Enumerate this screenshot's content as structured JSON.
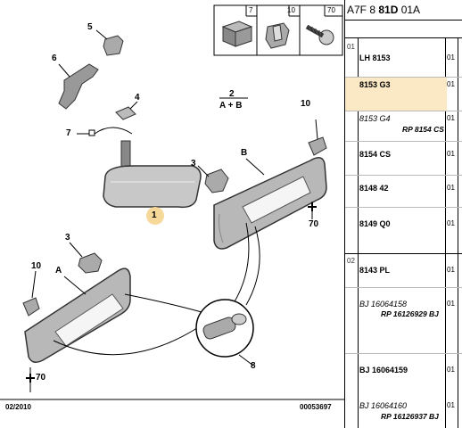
{
  "header": {
    "prefix": "A7F 8 ",
    "bold": "81D",
    "suffix": " 01A"
  },
  "swatches": [
    "7",
    "10",
    "70"
  ],
  "callouts": {
    "c1": "1",
    "c2": "2",
    "c2_sub": "A + B",
    "c3a": "3",
    "c3b": "3",
    "c4": "4",
    "c5": "5",
    "c6": "6",
    "c7": "7",
    "c8": "8",
    "c10a": "10",
    "c10b": "10",
    "c70a": "70",
    "c70b": "70",
    "cA": "A",
    "cB": "B"
  },
  "footer": {
    "date": "02/2010",
    "code": "00053697"
  },
  "sections": [
    "01",
    "02"
  ],
  "parts": [
    {
      "ref": "LH 8153",
      "qty": "01",
      "sub": ""
    },
    {
      "ref": "8153 G3",
      "qty": "01",
      "sub": ""
    },
    {
      "ref": "8153 G4",
      "qty": "01",
      "sub": "RP 8154 CS"
    },
    {
      "ref": "8154 CS",
      "qty": "01",
      "sub": ""
    },
    {
      "ref": "8148 42",
      "qty": "01",
      "sub": ""
    },
    {
      "ref": "8149 Q0",
      "qty": "01",
      "sub": ""
    },
    {
      "ref": "8143 PL",
      "qty": "01",
      "sub": ""
    },
    {
      "ref": "BJ 16064158",
      "qty": "01",
      "sub": "RP 16126929 BJ"
    },
    {
      "ref": "BJ 16064159",
      "qty": "01",
      "sub": ""
    },
    {
      "ref": "BJ 16064160",
      "qty": "01",
      "sub": "RP 16126937 BJ"
    }
  ],
  "colors": {
    "highlight": "#fbe8c4",
    "callout_marker": "#f6d89a"
  }
}
